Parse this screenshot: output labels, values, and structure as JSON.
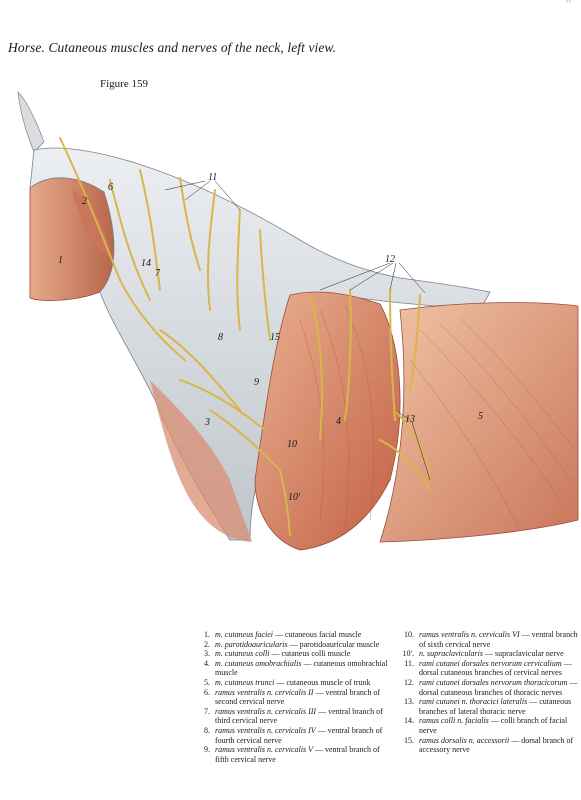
{
  "page": {
    "title": "Horse. Cutaneous muscles and nerves of the neck, left view.",
    "figure_label": "Figure 159"
  },
  "callouts": [
    "1",
    "2",
    "3",
    "4",
    "5",
    "6",
    "7",
    "8",
    "9",
    "10",
    "10'",
    "11",
    "12",
    "13",
    "14",
    "15"
  ],
  "legend": {
    "left": [
      {
        "num": "1.",
        "latin": "m. cutaneus faciei",
        "english": " — cutaneous facial muscle"
      },
      {
        "num": "2.",
        "latin": "m. parotidoauricularis",
        "english": " — parotidoauricular muscle"
      },
      {
        "num": "3.",
        "latin": "m. cutaneus colli",
        "english": " — cutaneus colli muscle"
      },
      {
        "num": "4.",
        "latin": "m. cutaneus omobrachialis",
        "english": " — cutaneous omobrachial muscle"
      },
      {
        "num": "5.",
        "latin": "m. cutaneus trunci",
        "english": " — cutaneous muscle of trunk"
      },
      {
        "num": "6.",
        "latin": "ramus ventralis n. cervicalis II",
        "english": " — ventral branch of second cervical nerve"
      },
      {
        "num": "7.",
        "latin": "ramus ventralis n. cervicalis III",
        "english": " — ventral branch of third cervical nerve"
      },
      {
        "num": "8.",
        "latin": "ramus ventralis n. cervicalis IV",
        "english": " — ventral branch of fourth cervical nerve"
      },
      {
        "num": "9.",
        "latin": "ramus ventralis n. cervicalis V",
        "english": " — ventral branch of fifth cervical nerve"
      }
    ],
    "right": [
      {
        "num": "10.",
        "latin": "ramus ventralis n. cervicalis VI",
        "english": " — ventral branch of sixth cervical nerve"
      },
      {
        "num": "10'.",
        "latin": "n. supraclavicularis",
        "english": " — supraclavicular nerve"
      },
      {
        "num": "11.",
        "latin": "rami cutanei dorsales nervorum cervicalium",
        "english": " — dorsal cutaneous branches of cervical nerves"
      },
      {
        "num": "12.",
        "latin": "rami cutanei dorsales nervorum thoracicorum",
        "english": " — dorsal cutaneous branches of thoracic nerves"
      },
      {
        "num": "13.",
        "latin": "rami cutanei n. thoracici lateralis",
        "english": " — cutaneous branches of lateral thoracic nerve"
      },
      {
        "num": "14.",
        "latin": "ramus colli n. facialis",
        "english": " — colli branch of facial nerve"
      },
      {
        "num": "15.",
        "latin": "ramus dorsalis n. accessorii",
        "english": " — dorsal branch of accessory nerve"
      }
    ]
  },
  "colors": {
    "muscle_red": "#c9765a",
    "muscle_light": "#e9b08f",
    "nerve_yellow": "#d8b64a",
    "fascia_gray": "#c8cdd2"
  }
}
